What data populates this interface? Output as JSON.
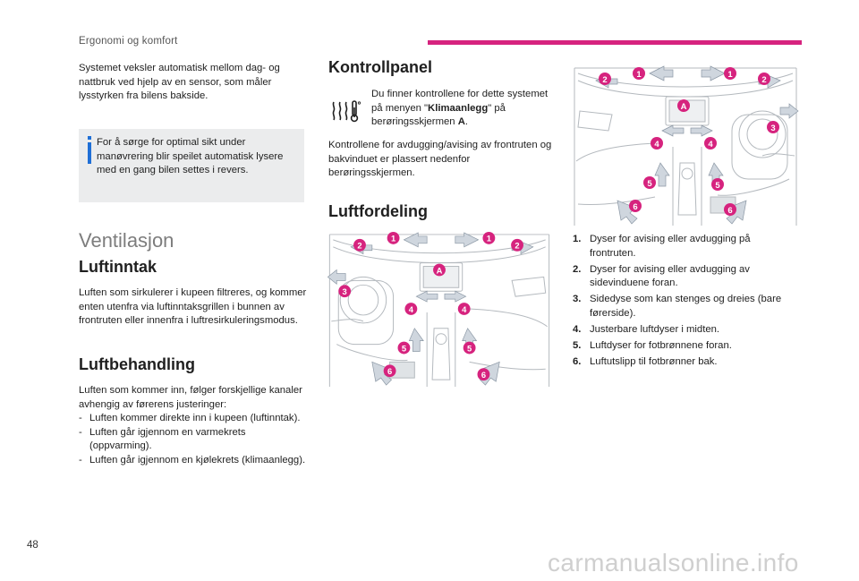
{
  "header": {
    "section_title": "Ergonomi og komfort",
    "accent_color": "#d6237e"
  },
  "col1": {
    "intro": "Systemet veksler automatisk mellom dag- og nattbruk ved hjelp av en sensor, som måler lysstyrken fra bilens bakside.",
    "note": "For å sørge for optimal sikt under manøvrering blir speilet automatisk lysere med en gang bilen settes i revers.",
    "ventilasjon_heading": "Ventilasjon",
    "luftinntak_heading": "Luftinntak",
    "luftinntak_text": "Luften som sirkulerer i kupeen filtreres, og kommer enten utenfra via luftinntaksgrillen i bunnen av frontruten eller innenfra i luftresirkuleringsmodus.",
    "luftbehandling_heading": "Luftbehandling",
    "luftbehandling_intro": "Luften som kommer inn, følger forskjellige kanaler avhengig av førerens justeringer:",
    "luftbehandling_items": [
      {
        "dash": "-",
        "text": "Luften kommer direkte inn i kupeen (luftinntak)."
      },
      {
        "dash": "-",
        "text": "Luften går igjennom en varmekrets (oppvarming)."
      },
      {
        "dash": "-",
        "text": "Luften går igjennom en kjølekrets (klimaanlegg)."
      }
    ]
  },
  "col2": {
    "kontrollpanel_heading": "Kontrollpanel",
    "intro_prefix": "Du finner kontrollene for dette systemet på menyen \"",
    "intro_bold": "Klimaanlegg",
    "intro_middle": "\" på berøringsskjermen ",
    "intro_bold2": "A",
    "intro_suffix": ".",
    "desc": "Kontrollene for avdugging/avising av frontruten og bakvinduet er plassert nedenfor berøringsskjermen.",
    "luftfordeling_heading": "Luftfordeling",
    "icon": "climate-control-icon"
  },
  "diagram": {
    "marker_color": "#d6237e",
    "labels": {
      "A": "A",
      "n1": "1",
      "n2": "2",
      "n3": "3",
      "n4": "4",
      "n5": "5",
      "n6": "6"
    }
  },
  "col3": {
    "items": [
      {
        "num": "1.",
        "text": "Dyser for avising eller avdugging på frontruten."
      },
      {
        "num": "2.",
        "text": "Dyser for avising eller avdugging av sidevinduene foran."
      },
      {
        "num": "3.",
        "text": "Sidedyse som kan stenges og dreies (bare førerside)."
      },
      {
        "num": "4.",
        "text": "Justerbare luftdyser i midten."
      },
      {
        "num": "5.",
        "text": "Luftdyser for fotbrønnene foran."
      },
      {
        "num": "6.",
        "text": "Luftutslipp til fotbrønner bak."
      }
    ]
  },
  "footer": {
    "page_number": "48",
    "watermark": "carmanualsonline.info"
  }
}
